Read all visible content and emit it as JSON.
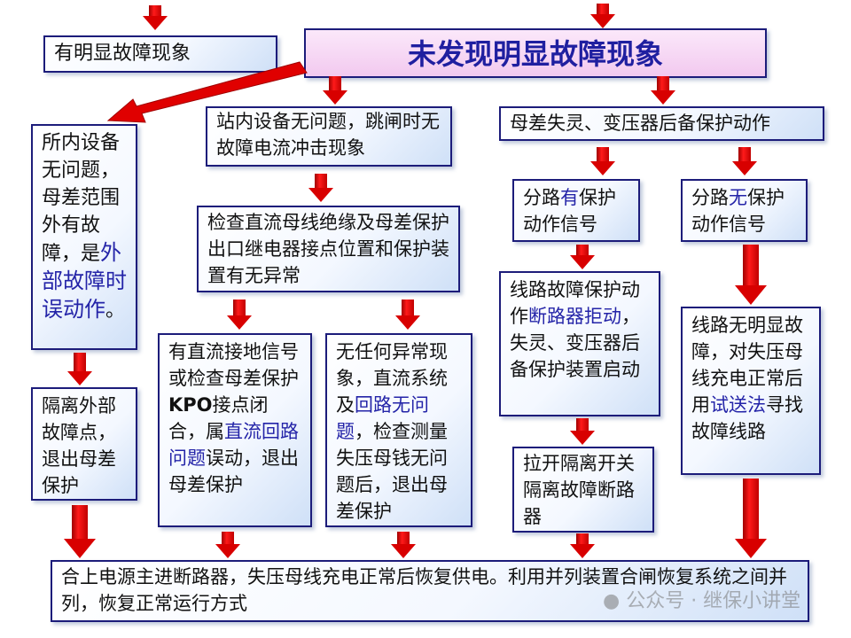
{
  "top_left": {
    "label": "有明显故障现象"
  },
  "title": {
    "label": "未发现明显故障现象"
  },
  "left_box": {
    "text1": "所内设备无问题，母差范围外有故障，是",
    "hl": "外部故障时误动作",
    "text2": "。"
  },
  "station_box": {
    "label": "站内设备无问题，跳闸时无故障电流冲击现象"
  },
  "busdiff_box": {
    "label": "母差失灵、变压器后备保护动作"
  },
  "check_box": {
    "label": "检查直流母线绝缘及母差保护出口继电器接点位置和保护装置有无异常"
  },
  "branch_yes": {
    "t1": "分路",
    "hl": "有",
    "t2": "保护动作信号"
  },
  "branch_no": {
    "t1": "分路",
    "hl": "无",
    "t2": "保护动作信号"
  },
  "line_fault": {
    "t1": "线路故障保护动作",
    "hl": "断路器拒动",
    "t2": "，失灵、变压器后备保护装置启动"
  },
  "line_nofault": {
    "t1": "线路无明显故障，对失压母线充电正常后用",
    "hl": "试送法",
    "t2": "寻找故障线路"
  },
  "isolate_ext": {
    "label": "隔离外部故障点，退出母差保护"
  },
  "dc_ground": {
    "t1": "有直流接地信号或检查母差保护",
    "b": "KPO",
    "t2": "接点闭合，属",
    "hl": "直流回路问题",
    "t3": "误动，退出母差保护"
  },
  "no_abnormal": {
    "t1": "无任何异常现象，直流系统及",
    "hl": "回路无问题",
    "t2": "，检查测量失压母钱无问题后，退出母差保护"
  },
  "pull_open": {
    "label": "拉开隔离开关隔离故障断路器"
  },
  "bottom": {
    "label": "合上电源主进断路器，失压母线充电正常后恢复供电。利用并列装置合闸恢复系统之间并列，恢复正常运行方式"
  },
  "watermark": {
    "label": "公众号 · 继保小讲堂"
  },
  "colors": {
    "arrow": "#d80000",
    "border": "#1c1c7a",
    "highlight": "#2424a8",
    "title_bg": "#f7dcf5"
  }
}
